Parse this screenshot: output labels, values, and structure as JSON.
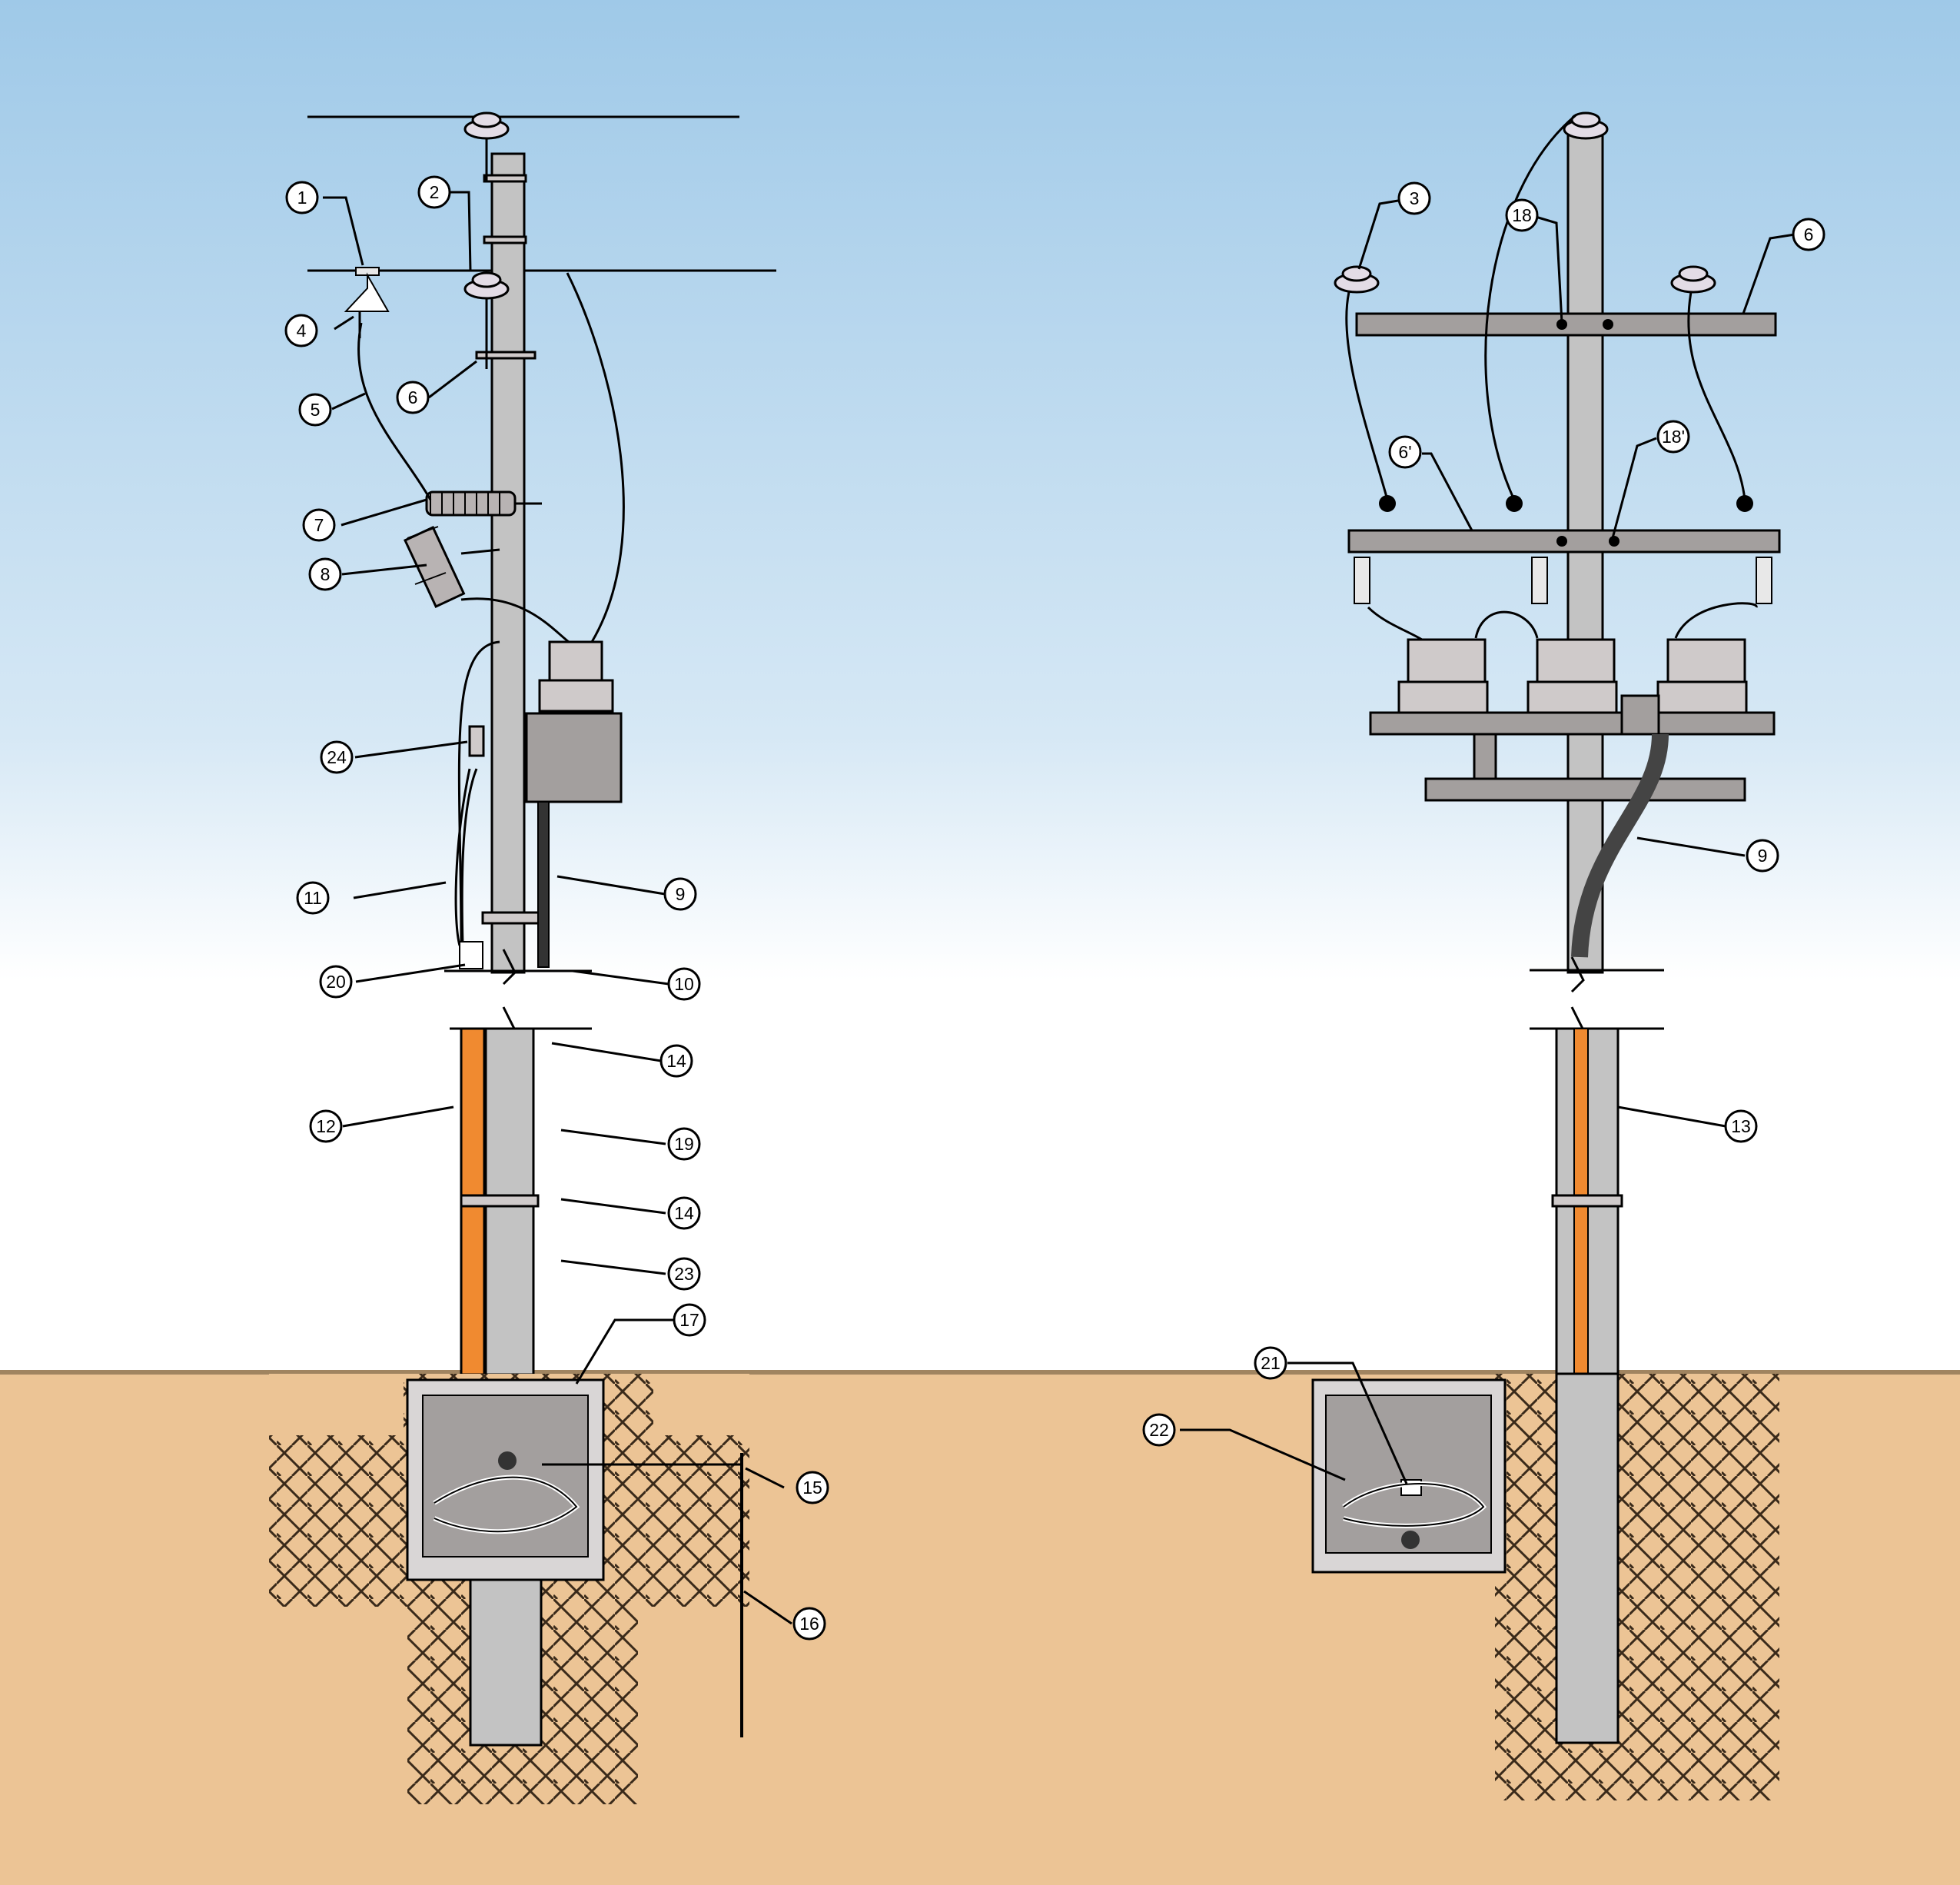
{
  "callouts": [
    {
      "id": "c1",
      "label": "1"
    },
    {
      "id": "c2",
      "label": "2"
    },
    {
      "id": "c4",
      "label": "4"
    },
    {
      "id": "c5",
      "label": "5"
    },
    {
      "id": "c6a",
      "label": "6"
    },
    {
      "id": "c7",
      "label": "7"
    },
    {
      "id": "c8",
      "label": "8"
    },
    {
      "id": "c24",
      "label": "24"
    },
    {
      "id": "c11",
      "label": "11"
    },
    {
      "id": "c9a",
      "label": "9"
    },
    {
      "id": "c20",
      "label": "20"
    },
    {
      "id": "c10",
      "label": "10"
    },
    {
      "id": "c14a",
      "label": "14"
    },
    {
      "id": "c12",
      "label": "12"
    },
    {
      "id": "c19",
      "label": "19"
    },
    {
      "id": "c14b",
      "label": "14"
    },
    {
      "id": "c23",
      "label": "23"
    },
    {
      "id": "c17",
      "label": "17"
    },
    {
      "id": "c15",
      "label": "15"
    },
    {
      "id": "c16",
      "label": "16"
    },
    {
      "id": "c3",
      "label": "3"
    },
    {
      "id": "c18",
      "label": "18"
    },
    {
      "id": "c6b",
      "label": "6"
    },
    {
      "id": "c6p",
      "label": "6'"
    },
    {
      "id": "c18p",
      "label": "18'"
    },
    {
      "id": "c9b",
      "label": "9"
    },
    {
      "id": "c13",
      "label": "13"
    },
    {
      "id": "c21",
      "label": "21"
    },
    {
      "id": "c22",
      "label": "22"
    }
  ],
  "colors": {
    "sky_top": "#9fc9e8",
    "sky_bottom": "#ffffff",
    "ground": "#ecc495",
    "pole": "#c3c3c3",
    "equipment": "#a39f9e",
    "orange_conduit": "#f08a30"
  }
}
